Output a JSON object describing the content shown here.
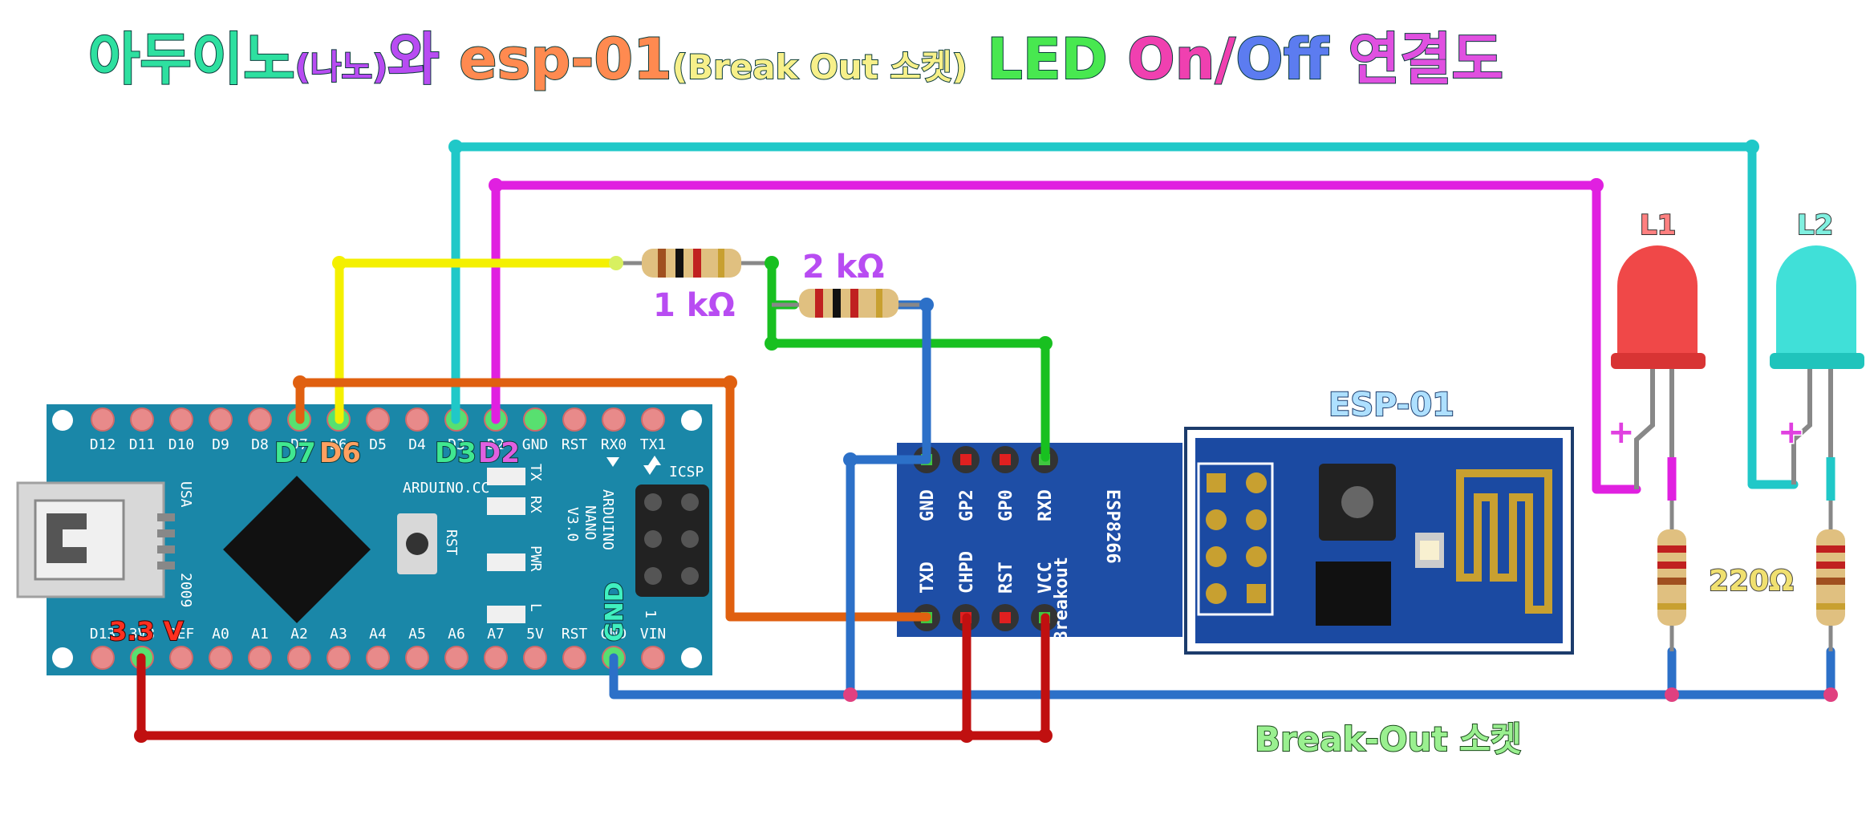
{
  "title": {
    "part1": "아두이노",
    "part2": "(나노)",
    "part3": "와 ",
    "part4": "esp-01",
    "part5": "(Break Out 소켓)",
    "part6": " LED ",
    "part7": "On",
    "part8": "/",
    "part9": "Off",
    "part10": " 연결도"
  },
  "colors": {
    "title_green": "#2ee0a0",
    "title_purple": "#b84cf2",
    "title_orange": "#ff8a50",
    "title_yellow": "#f7f08a",
    "title_lime": "#48e850",
    "title_pink": "#f040b0",
    "title_blue": "#5c7cf0",
    "board_nano": "#1a87a8",
    "board_esp": "#1e4ea6",
    "wire_cyan": "#20c8c8",
    "wire_magenta": "#e020e0",
    "wire_yellow": "#f4f000",
    "wire_orange": "#e06010",
    "wire_green": "#18c020",
    "wire_blue": "#2c70c8",
    "wire_red": "#c01010"
  },
  "nano": {
    "pins_top": [
      "D12",
      "D11",
      "D10",
      "D9",
      "D8",
      "D7",
      "D6",
      "D5",
      "D4",
      "D3",
      "D2",
      "GND",
      "RST",
      "RX0",
      "TX1"
    ],
    "pins_bottom": [
      "D13",
      "3V3",
      "REF",
      "A0",
      "A1",
      "A2",
      "A3",
      "A4",
      "A5",
      "A6",
      "A7",
      "5V",
      "RST",
      "GND",
      "VIN"
    ],
    "label_d7": "D7",
    "label_d6": "D6",
    "label_d3": "D3",
    "label_d2": "D2",
    "label_33v": "3.3 V",
    "label_gnd": "GND",
    "silk_arduino": "ARDUINO.CC",
    "silk_usa": "USA",
    "silk_2009": "2009",
    "silk_rst": "RST",
    "silk_tx": "TX",
    "silk_rx": "RX",
    "silk_pwr": "PWR",
    "silk_l": "L",
    "silk_icsp": "ICSP",
    "silk_name1": "ARDUINO",
    "silk_name2": "NANO",
    "silk_name3": "V3.0",
    "silk_one": "1"
  },
  "breakout": {
    "pins_top": [
      "GND",
      "GP2",
      "GP0",
      "RXD"
    ],
    "pins_bottom": [
      "TXD",
      "CHPD",
      "RST",
      "VCC"
    ],
    "label1": "ESP8266",
    "label2": "Breakout"
  },
  "esp01_label": "ESP-01",
  "resistor_1k": "1 kΩ",
  "resistor_2k": "2 kΩ",
  "resistor_220": "220Ω",
  "led1_label": "L1",
  "led2_label": "L2",
  "plus1": "+",
  "plus2": "+",
  "breakout_label": "Break-Out 소켓"
}
